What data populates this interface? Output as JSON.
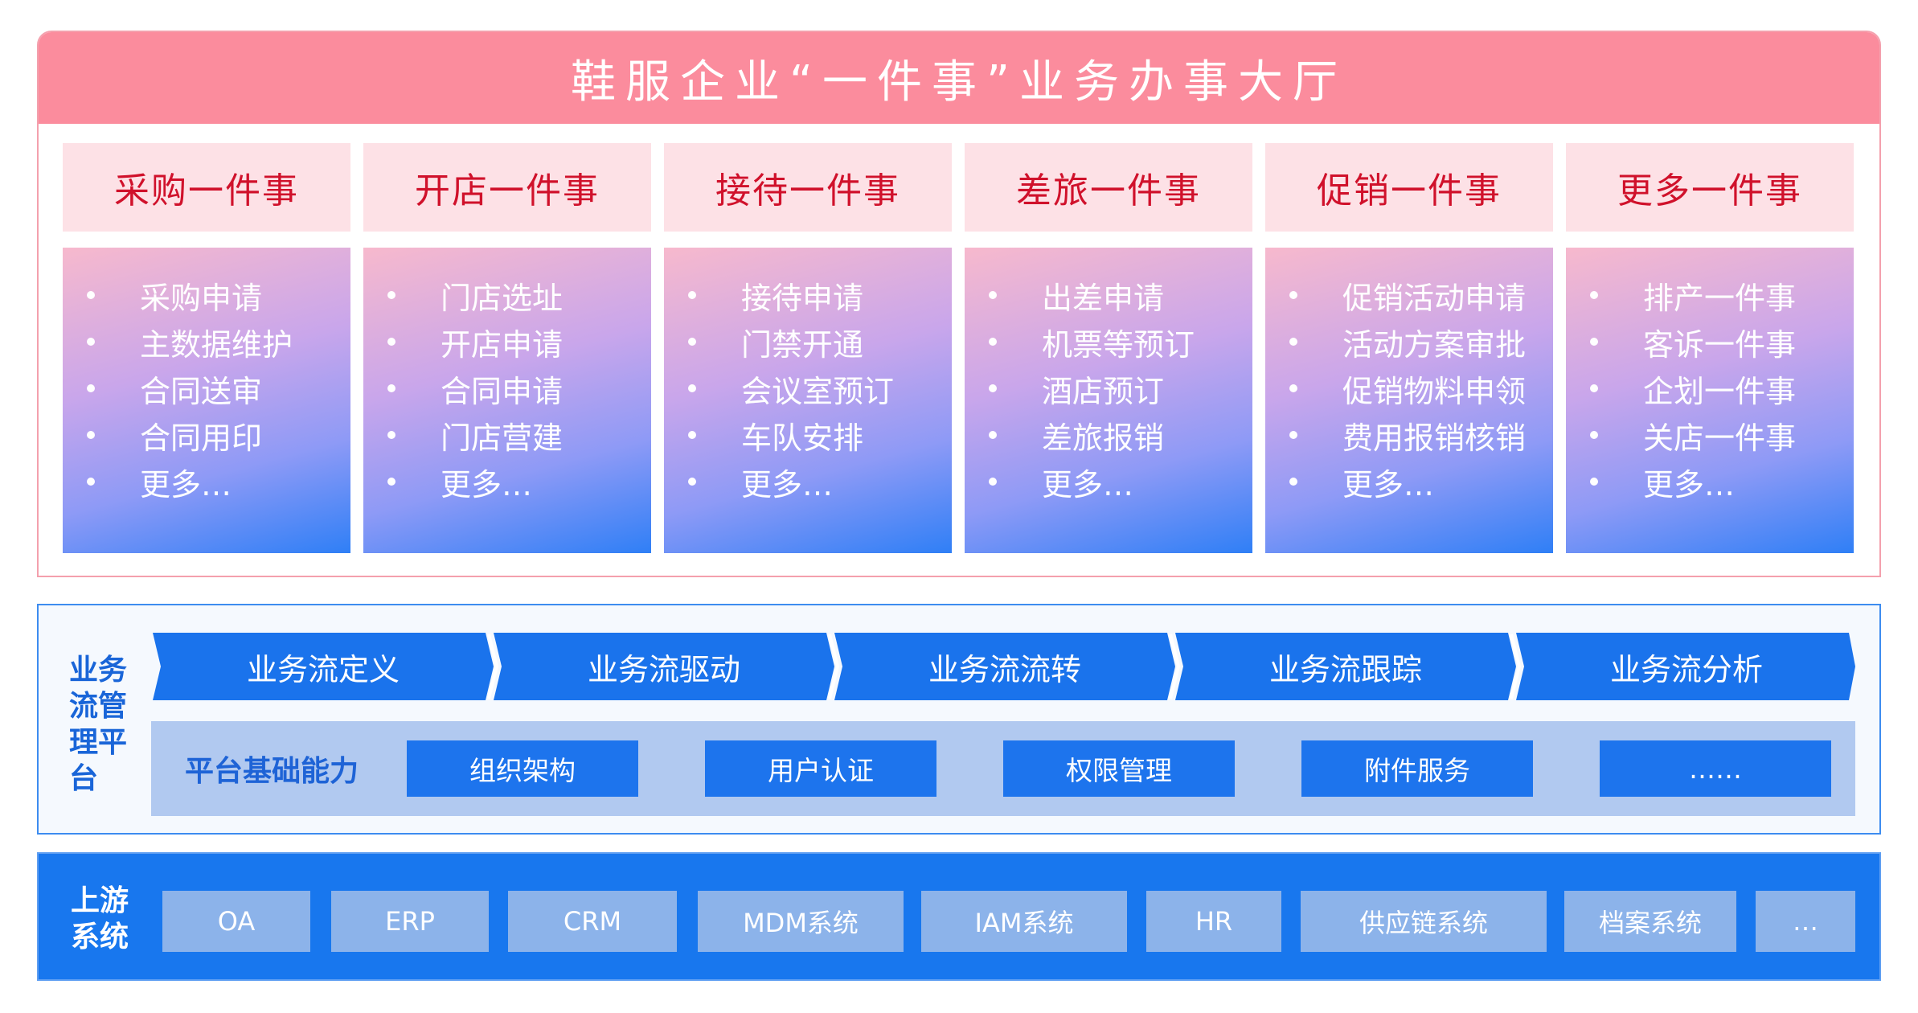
{
  "top": {
    "title": "鞋服企业“一件事”业务办事大厅",
    "columns": [
      {
        "head": "采购一件事",
        "items": [
          "采购申请",
          "主数据维护",
          "合同送审",
          "合同用印",
          "更多…"
        ]
      },
      {
        "head": "开店一件事",
        "items": [
          "门店选址",
          "开店申请",
          "合同申请",
          "门店营建",
          "更多…"
        ]
      },
      {
        "head": "接待一件事",
        "items": [
          "接待申请",
          "门禁开通",
          "会议室预订",
          "车队安排",
          "更多…"
        ]
      },
      {
        "head": "差旅一件事",
        "items": [
          "出差申请",
          "机票等预订",
          "酒店预订",
          "差旅报销",
          "更多…"
        ]
      },
      {
        "head": "促销一件事",
        "items": [
          "促销活动申请",
          "活动方案审批",
          "促销物料申领",
          "费用报销核销",
          "更多…"
        ]
      },
      {
        "head": "更多一件事",
        "items": [
          "排产一件事",
          "客诉一件事",
          "企划一件事",
          "关店一件事",
          "更多…"
        ]
      }
    ]
  },
  "middle": {
    "label": "业务流管理平台",
    "flow": [
      "业务流定义",
      "业务流驱动",
      "业务流流转",
      "业务流跟踪",
      "业务流分析"
    ],
    "base_label": "平台基础能力",
    "base_items": [
      "组织架构",
      "用户认证",
      "权限管理",
      "附件服务",
      "……"
    ]
  },
  "bottom": {
    "label": "上游系统",
    "systems": [
      "OA",
      "ERP",
      "CRM",
      "MDM系统",
      "IAM系统",
      "HR",
      "供应链系统",
      "档案系统",
      "…"
    ]
  },
  "colors": {
    "title_bg": "#fb8c9d",
    "column_head_text": "#d0112b",
    "flow_blue": "#1a73ec",
    "system_bg": "#1877ee"
  }
}
